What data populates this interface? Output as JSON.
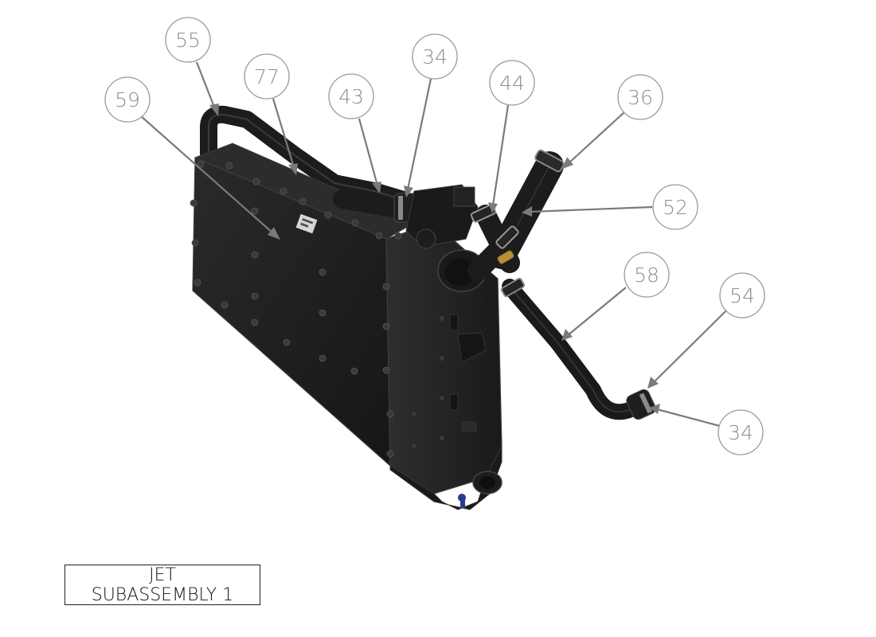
{
  "title_block": {
    "line1": "JET",
    "line2": "SUBASSEMBLY 1"
  },
  "balloons": [
    {
      "id": "b55",
      "label": "55"
    },
    {
      "id": "b77",
      "label": "77"
    },
    {
      "id": "b59",
      "label": "59"
    },
    {
      "id": "b43",
      "label": "43"
    },
    {
      "id": "b34a",
      "label": "34"
    },
    {
      "id": "b44",
      "label": "44"
    },
    {
      "id": "b36",
      "label": "36"
    },
    {
      "id": "b52",
      "label": "52"
    },
    {
      "id": "b58",
      "label": "58"
    },
    {
      "id": "b54",
      "label": "54"
    },
    {
      "id": "b34b",
      "label": "34"
    }
  ],
  "colors": {
    "part_body": "#1f1f1f",
    "part_edge": "#3a3a3a",
    "leader": "#7a7a7a",
    "balloon_stroke": "#9a9a9a",
    "balloon_text": "#8e8e8e"
  }
}
